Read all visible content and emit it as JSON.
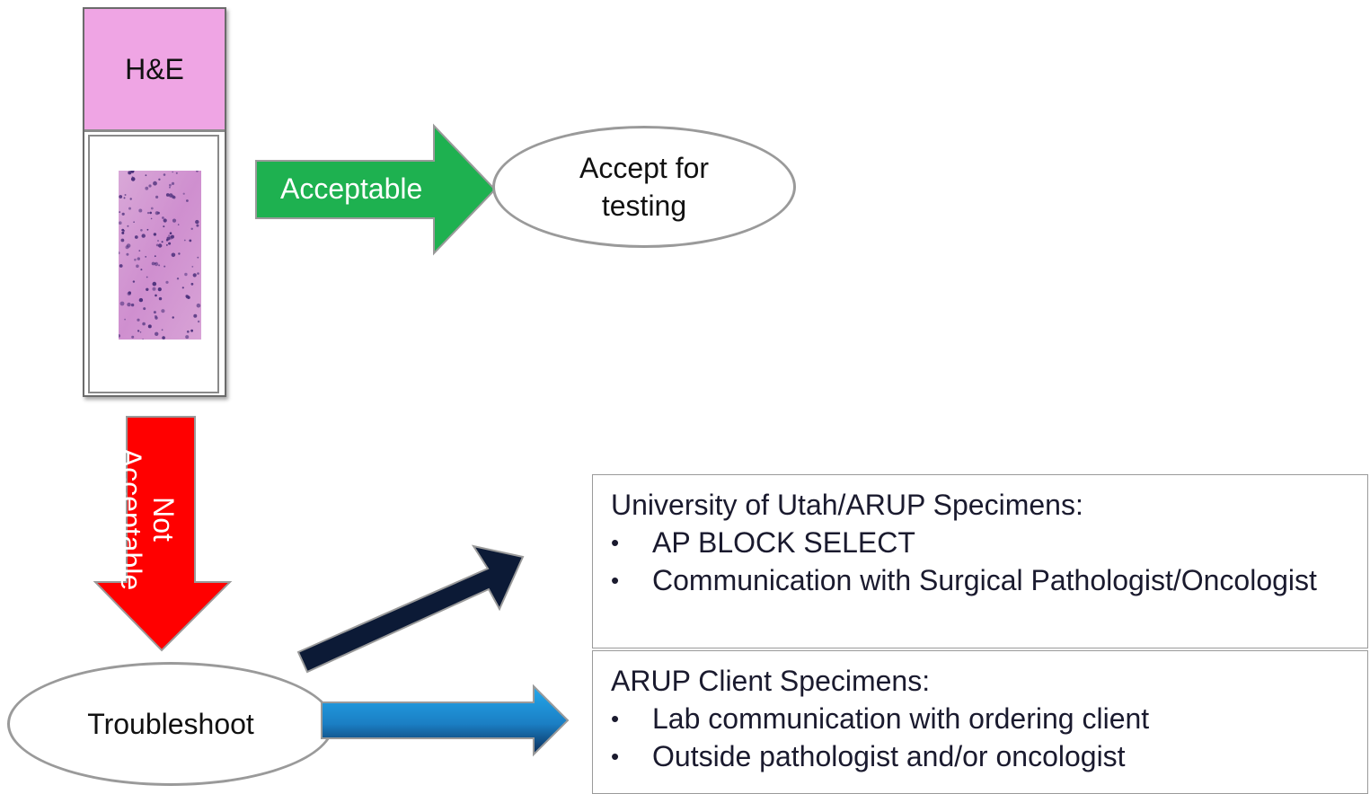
{
  "slide": {
    "label": "H&E",
    "icon": "tissue-histology-image"
  },
  "arrows": {
    "acceptable": {
      "label": "Acceptable",
      "color": "#1eb150"
    },
    "not_acceptable": {
      "label": "Not Acceptable",
      "line1": "Not",
      "line2": "Acceptable",
      "color": "#ff0000"
    },
    "to_utah": {
      "color": "#0c1a36"
    },
    "to_client": {
      "color": "#1b8fd9"
    }
  },
  "nodes": {
    "accept": {
      "line1": "Accept for",
      "line2": "testing"
    },
    "troubleshoot": {
      "label": "Troubleshoot"
    }
  },
  "utah_box": {
    "title": "University of Utah/ARUP Specimens:",
    "items": [
      "AP BLOCK SELECT",
      "Communication with Surgical Pathologist/Oncologist"
    ]
  },
  "client_box": {
    "title": "ARUP Client Specimens:",
    "items": [
      "Lab communication with ordering client",
      "Outside pathologist and/or oncologist"
    ]
  }
}
